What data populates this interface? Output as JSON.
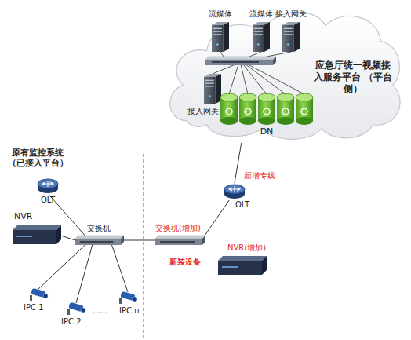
{
  "diagram": {
    "nodes": [
      {
        "text": [
          "应急厅统一视频接 入服务平台 （平台侧）"
        ]
      },
      {
        "text": [
          "流媒体"
        ],
        "in": 0
      },
      {
        "text": [
          "流媒体"
        ],
        "in": 0
      },
      {
        "text": [
          "接入网关"
        ],
        "in": 0
      },
      {
        "text": [
          "接入网关"
        ],
        "in": 0
      },
      {
        "text": [
          "DN"
        ],
        "in": 0
      },
      {
        "text": [
          "OLT"
        ]
      },
      {
        "text": [
          "OLT"
        ]
      },
      {
        "text": [
          "NVR"
        ]
      },
      {
        "text": [
          "交换机"
        ]
      },
      {
        "text": [
          "交换机(增加)"
        ]
      },
      {
        "text": [
          "NVR(增加)"
        ]
      },
      {
        "text": [
          "IPC 1"
        ]
      },
      {
        "text": [
          "IPC 2"
        ]
      },
      {
        "text": [
          "IPC n"
        ]
      }
    ],
    "edges": [
      {
        "from": 0,
        "to": 7,
        "arrow": "none",
        "label": "新增专线"
      },
      {
        "from": 7,
        "to": 10,
        "arrow": "none"
      },
      {
        "from": 6,
        "to": 9,
        "arrow": "none"
      },
      {
        "from": 8,
        "to": 9,
        "arrow": "none"
      },
      {
        "from": 9,
        "to": 10,
        "arrow": "none"
      },
      {
        "from": 9,
        "to": 12,
        "arrow": "none"
      },
      {
        "from": 9,
        "to": 13,
        "arrow": "none"
      },
      {
        "from": 9,
        "to": 14,
        "arrow": "none"
      }
    ],
    "labels": [
      "原有监控系统 （已接入平台）",
      "新装设备",
      "......"
    ]
  }
}
